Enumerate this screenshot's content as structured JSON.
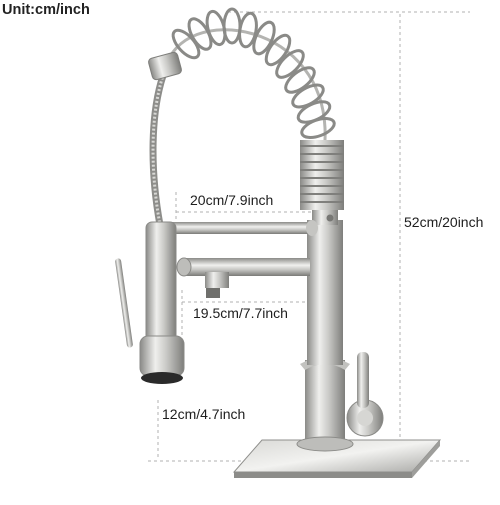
{
  "unit_label": "Unit:cm/inch",
  "dimensions": {
    "total_height": "52cm/20inch",
    "upper_spout_reach": "20cm/7.9inch",
    "lower_spout_reach": "19.5cm/7.7inch",
    "base_height": "12cm/4.7inch"
  },
  "colors": {
    "background": "#ffffff",
    "steel_light": "#e4e4e2",
    "steel_mid": "#b9b9b6",
    "steel_dark": "#7c7c79",
    "dimension_line": "#b0b0b0",
    "text": "#1e1e1e"
  }
}
